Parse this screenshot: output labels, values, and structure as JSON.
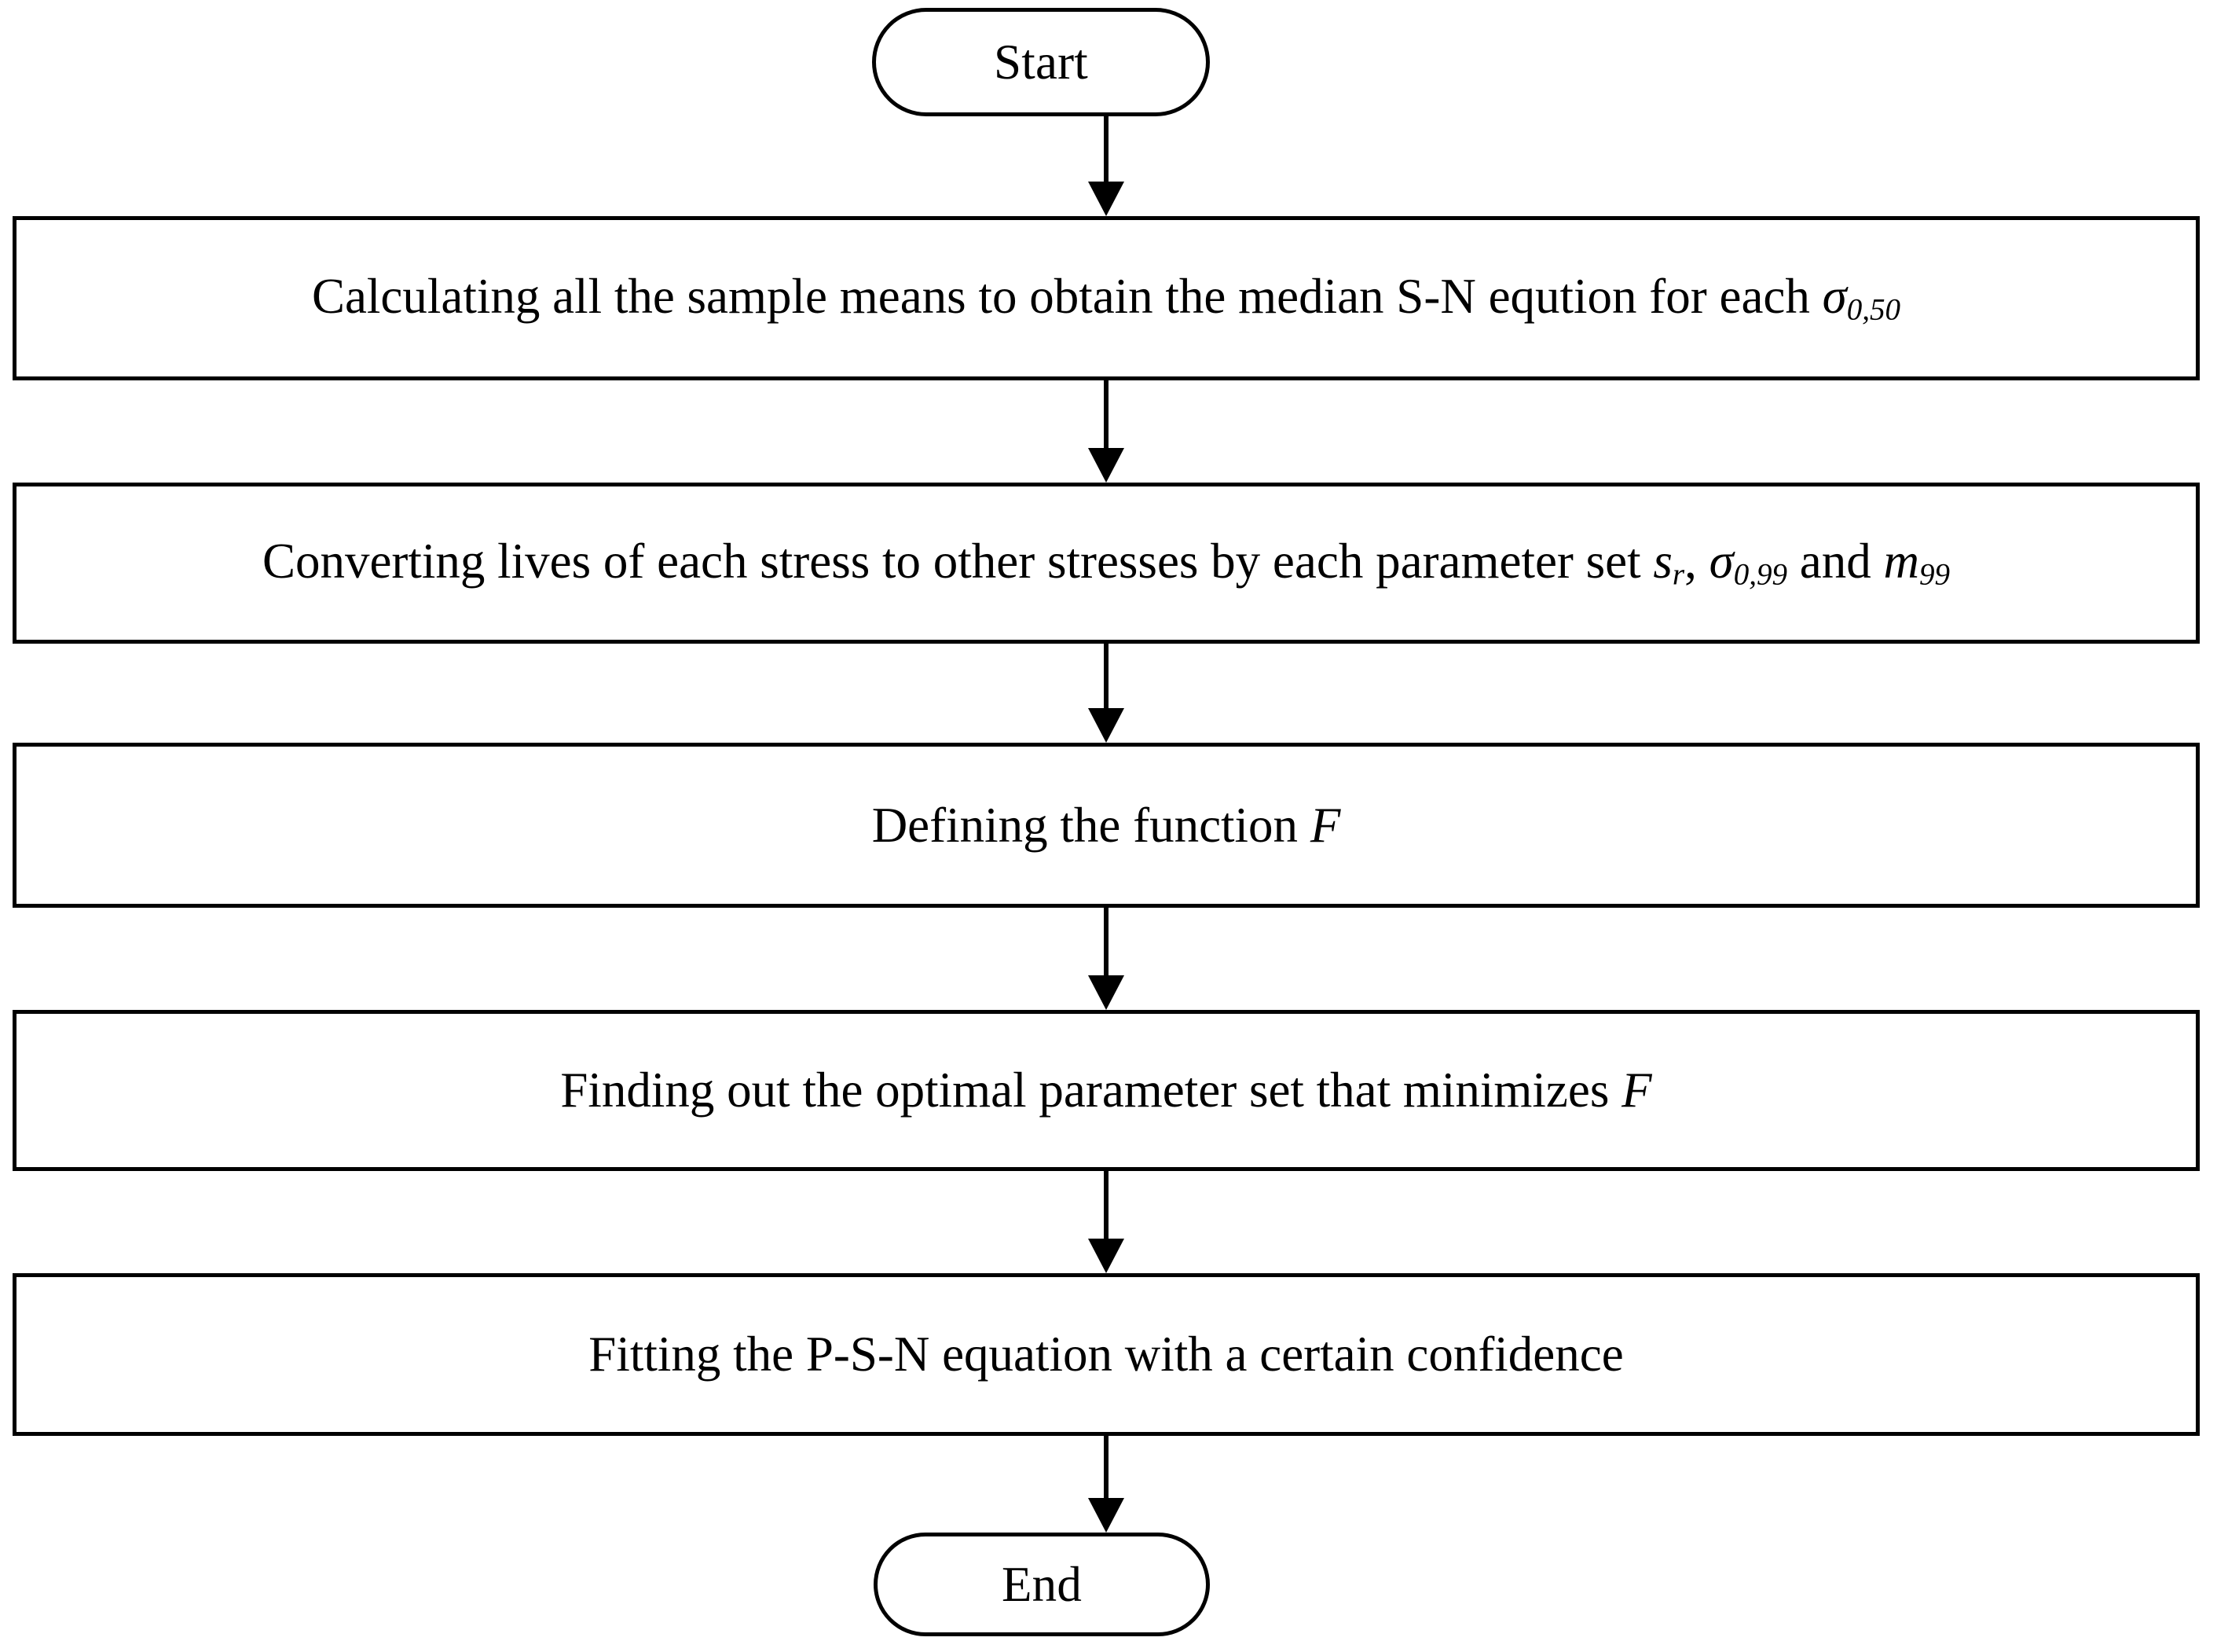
{
  "diagram": {
    "title": "P-S-N curve fitting procedure flowchart",
    "background_color": "#ffffff",
    "line_color": "#000000",
    "nodes": [
      {
        "id": "start",
        "type": "terminal",
        "label": "Start"
      },
      {
        "id": "step1",
        "type": "process",
        "label": "Calculating all the sample means to obtain the median S-N eqution for each σ0,50",
        "text_before_symbol": "Calculating all the sample means to obtain the median S-N eqution for each ",
        "symbol": "σ",
        "symbol_subscript": "0,50"
      },
      {
        "id": "step2",
        "type": "process",
        "label": "Converting lives of each stress to other stresses by each parameter set sr, σ0,99 and m99",
        "text_before_symbol": "Converting lives of each stress to other stresses by each parameter set ",
        "symbol_1": "s",
        "symbol_1_subscript": "r",
        "separator_1": ", ",
        "symbol_2": "σ",
        "symbol_2_subscript": "0,99",
        "separator_2": " and ",
        "symbol_3": "m",
        "symbol_3_subscript": "99"
      },
      {
        "id": "step3",
        "type": "process",
        "label": "Defining the function F",
        "text_before_symbol": "Defining the function ",
        "symbol": "F"
      },
      {
        "id": "step4",
        "type": "process",
        "label": "Finding out the optimal parameter set that minimizes F",
        "text_before_symbol": "Finding out the optimal parameter set that minimizes ",
        "symbol": "F"
      },
      {
        "id": "step5",
        "type": "process",
        "label": "Fitting the P-S-N equation with a certain confidence"
      },
      {
        "id": "end",
        "type": "terminal",
        "label": "End"
      }
    ],
    "edges": [
      {
        "from": "start",
        "to": "step1",
        "direction": "down"
      },
      {
        "from": "step1",
        "to": "step2",
        "direction": "down"
      },
      {
        "from": "step2",
        "to": "step3",
        "direction": "down"
      },
      {
        "from": "step3",
        "to": "step4",
        "direction": "down"
      },
      {
        "from": "step4",
        "to": "step5",
        "direction": "down"
      },
      {
        "from": "step5",
        "to": "end",
        "direction": "down"
      }
    ]
  }
}
